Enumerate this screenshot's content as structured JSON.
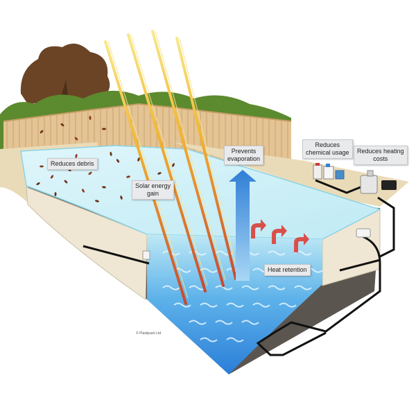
{
  "labels": {
    "reduces_debris": "Reduces debris",
    "solar_energy_gain": "Solar energy\ngain",
    "prevents_evaporation": "Prevents\nevaporation",
    "reduces_chemical_usage": "Reduces\nchemical usage",
    "reduces_heating_costs": "Reduces heating\ncosts",
    "heat_retention": "Heat retention",
    "copyright": "© Plastipack Ltd"
  },
  "colors": {
    "water_surface": "#c8eef7",
    "water_deep": "#2a7ed8",
    "evaporation_arrow": "#3a86d9",
    "heat_arrow": "#d9504a",
    "fence": "#e4c394",
    "hedge": "#5c8a2e",
    "tree": "#6b4426",
    "deck": "#eadbb8",
    "pool_wall": "#efe7d3",
    "callout_bg": "#e9eaec"
  }
}
